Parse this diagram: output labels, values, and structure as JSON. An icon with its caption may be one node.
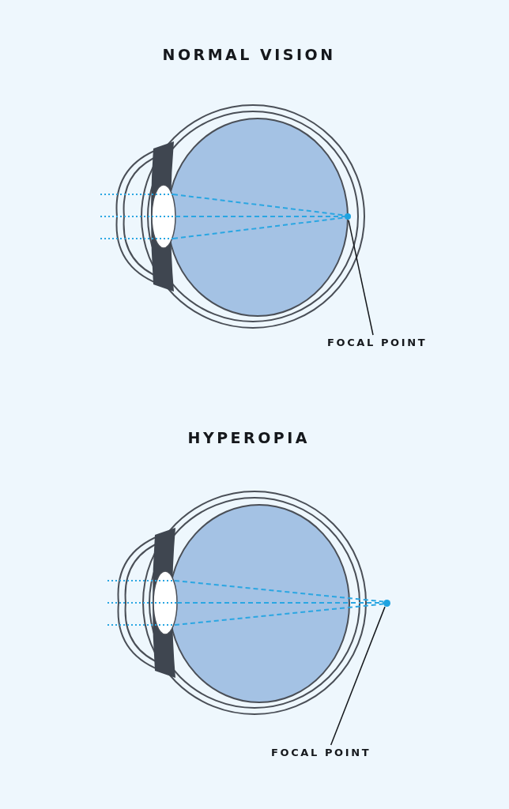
{
  "diagram": {
    "nodes": [
      {
        "text": [],
        "shape": "circle"
      },
      {
        "text": [
          "FOCAL POINT"
        ]
      },
      {
        "text": [],
        "shape": "circle"
      },
      {
        "text": [
          "FOCAL POINT"
        ]
      }
    ],
    "edges": [
      {
        "from": 1,
        "to": 0,
        "arrow": "none"
      },
      {
        "from": 3,
        "to": 2,
        "arrow": "none"
      }
    ],
    "labels": [
      "NORMAL VISION",
      "HYPEROPIA"
    ]
  }
}
